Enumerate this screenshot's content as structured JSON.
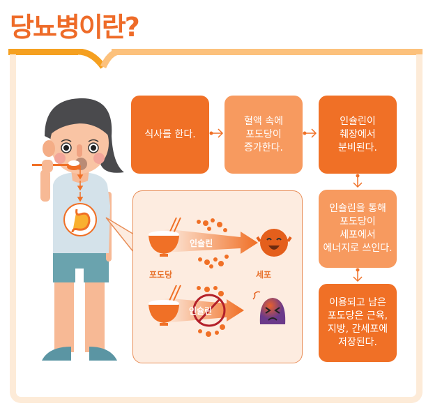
{
  "title": "당뇨병이란?",
  "colors": {
    "title": "#ee6b28",
    "box_dark": "#f07026",
    "box_light": "#f79a5f",
    "frame": "#fdebd8",
    "panel_bg": "#fdece0"
  },
  "flow": {
    "steps": [
      {
        "text": "식사를 한다.",
        "style": "dark"
      },
      {
        "text": "혈액 속에\n포도당이\n증가한다.",
        "style": "light"
      },
      {
        "text": "인슐린이\n췌장에서\n분비된다.",
        "style": "dark"
      },
      {
        "text": "인슐린을 통해\n포도당이\n세포에서\n에너지로 쓰인다.",
        "style": "light"
      },
      {
        "text": "이용되고 남은\n포도당은 근육,\n지방, 간세포에\n저장된다.",
        "style": "dark"
      }
    ]
  },
  "panel": {
    "rows": [
      {
        "arrow_label": "인슐린",
        "source_label": "포도당",
        "target_label": "세포",
        "state": "happy-cell"
      },
      {
        "arrow_label": "인슐린",
        "state": "blocked-insulin-sad-cell"
      }
    ]
  },
  "illustration": {
    "person": "girl-eating-with-spoon",
    "organ": "stomach-icon"
  }
}
